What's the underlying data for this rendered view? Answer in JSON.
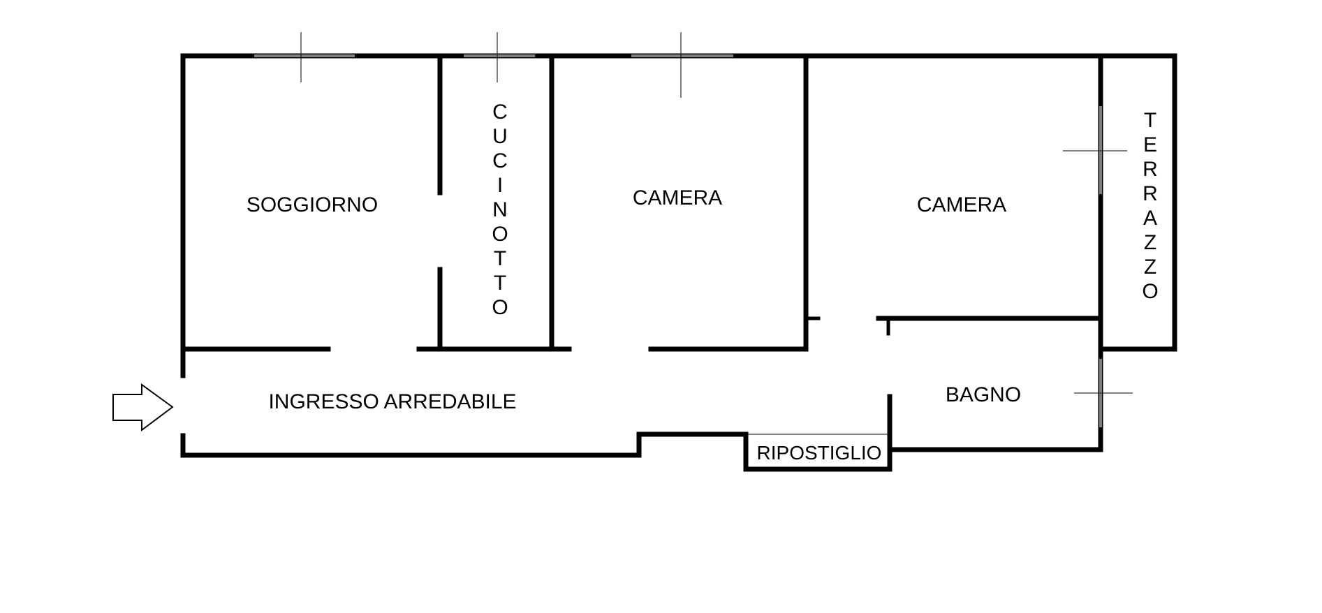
{
  "rooms": {
    "soggiorno": "SOGGIORNO",
    "cucinotto": "CUCINOTTO",
    "camera_1": "CAMERA",
    "camera_2": "CAMERA",
    "terrazzo": "TERRAZZO",
    "ingresso": "INGRESSO ARREDABILE",
    "bagno": "BAGNO",
    "ripostiglio": "RIPOSTIGLIO"
  },
  "icons": {
    "entrance": "entrance-arrow-icon"
  },
  "colors": {
    "wall": "#000000",
    "background": "#ffffff"
  }
}
